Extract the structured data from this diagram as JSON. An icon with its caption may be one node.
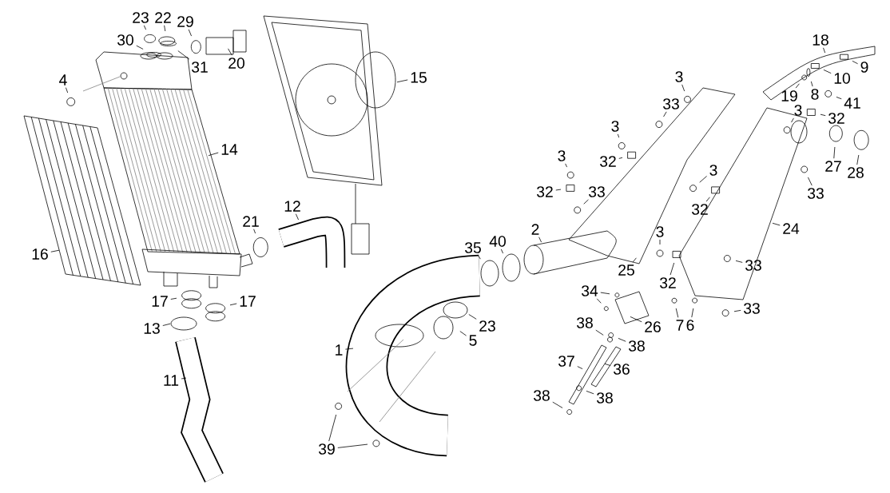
{
  "diagram": {
    "nodes": [
      {
        "text": [
          "23"
        ]
      },
      {
        "text": [
          "22"
        ]
      },
      {
        "text": [
          "29"
        ]
      },
      {
        "text": [
          "20"
        ]
      },
      {
        "text": [
          "30"
        ]
      },
      {
        "text": [
          "31"
        ]
      },
      {
        "text": [
          "4"
        ]
      },
      {
        "text": [
          "15"
        ]
      },
      {
        "text": [
          "14"
        ]
      },
      {
        "text": [
          "12"
        ]
      },
      {
        "text": [
          "21"
        ]
      },
      {
        "text": [
          "16"
        ]
      },
      {
        "text": [
          "17"
        ]
      },
      {
        "text": [
          "17"
        ]
      },
      {
        "text": [
          "13"
        ]
      },
      {
        "text": [
          "11"
        ]
      },
      {
        "text": [
          "1"
        ]
      },
      {
        "text": [
          "39"
        ]
      },
      {
        "text": [
          "18"
        ]
      },
      {
        "text": [
          "9"
        ]
      },
      {
        "text": [
          "3"
        ]
      },
      {
        "text": [
          "10"
        ]
      },
      {
        "text": [
          "19"
        ]
      },
      {
        "text": [
          "8"
        ]
      },
      {
        "text": [
          "41"
        ]
      },
      {
        "text": [
          "33"
        ]
      },
      {
        "text": [
          "3"
        ]
      },
      {
        "text": [
          "32"
        ]
      },
      {
        "text": [
          "3"
        ]
      },
      {
        "text": [
          "32"
        ]
      },
      {
        "text": [
          "3"
        ]
      },
      {
        "text": [
          "27"
        ]
      },
      {
        "text": [
          "3"
        ]
      },
      {
        "text": [
          "28"
        ]
      },
      {
        "text": [
          "32"
        ]
      },
      {
        "text": [
          "33"
        ]
      },
      {
        "text": [
          "33"
        ]
      },
      {
        "text": [
          "32"
        ]
      },
      {
        "text": [
          "24"
        ]
      },
      {
        "text": [
          "2"
        ]
      },
      {
        "text": [
          "3"
        ]
      },
      {
        "text": [
          "35"
        ]
      },
      {
        "text": [
          "40"
        ]
      },
      {
        "text": [
          "25"
        ]
      },
      {
        "text": [
          "33"
        ]
      },
      {
        "text": [
          "32"
        ]
      },
      {
        "text": [
          "34"
        ]
      },
      {
        "text": [
          "38"
        ]
      },
      {
        "text": [
          "7"
        ]
      },
      {
        "text": [
          "6"
        ]
      },
      {
        "text": [
          "33"
        ]
      },
      {
        "text": [
          "26"
        ]
      },
      {
        "text": [
          "23"
        ]
      },
      {
        "text": [
          "5"
        ]
      },
      {
        "text": [
          "38"
        ]
      },
      {
        "text": [
          "37"
        ]
      },
      {
        "text": [
          "36"
        ]
      },
      {
        "text": [
          "38"
        ]
      },
      {
        "text": [
          "38"
        ]
      }
    ],
    "edges": [
      {
        "from": 0,
        "to": null,
        "arrow": "none"
      },
      {
        "from": 1,
        "to": null,
        "arrow": "none"
      },
      {
        "from": 2,
        "to": null,
        "arrow": "none"
      },
      {
        "from": 3,
        "to": null,
        "arrow": "none"
      },
      {
        "from": 4,
        "to": null,
        "arrow": "none"
      },
      {
        "from": 5,
        "to": null,
        "arrow": "none"
      },
      {
        "from": 6,
        "to": null,
        "arrow": "none"
      },
      {
        "from": 7,
        "to": null,
        "arrow": "none"
      },
      {
        "from": 8,
        "to": null,
        "arrow": "none"
      },
      {
        "from": 9,
        "to": null,
        "arrow": "none"
      },
      {
        "from": 10,
        "to": null,
        "arrow": "none"
      },
      {
        "from": 11,
        "to": null,
        "arrow": "none"
      },
      {
        "from": 12,
        "to": null,
        "arrow": "none"
      },
      {
        "from": 13,
        "to": null,
        "arrow": "none"
      },
      {
        "from": 14,
        "to": null,
        "arrow": "none"
      },
      {
        "from": 15,
        "to": null,
        "arrow": "none"
      },
      {
        "from": 16,
        "to": null,
        "arrow": "none"
      },
      {
        "from": 17,
        "to": null,
        "arrow": "none"
      },
      {
        "from": 17,
        "to": null,
        "arrow": "none"
      },
      {
        "from": 18,
        "to": null,
        "arrow": "none"
      },
      {
        "from": 19,
        "to": null,
        "arrow": "none"
      },
      {
        "from": 20,
        "to": null,
        "arrow": "none"
      },
      {
        "from": 21,
        "to": null,
        "arrow": "none"
      },
      {
        "from": 22,
        "to": null,
        "arrow": "none"
      },
      {
        "from": 23,
        "to": null,
        "arrow": "none"
      },
      {
        "from": 24,
        "to": null,
        "arrow": "none"
      },
      {
        "from": 25,
        "to": null,
        "arrow": "none"
      },
      {
        "from": 26,
        "to": null,
        "arrow": "none"
      },
      {
        "from": 27,
        "to": null,
        "arrow": "none"
      },
      {
        "from": 28,
        "to": null,
        "arrow": "none"
      },
      {
        "from": 29,
        "to": null,
        "arrow": "none"
      },
      {
        "from": 30,
        "to": null,
        "arrow": "none"
      },
      {
        "from": 31,
        "to": null,
        "arrow": "none"
      },
      {
        "from": 32,
        "to": null,
        "arrow": "none"
      },
      {
        "from": 33,
        "to": null,
        "arrow": "none"
      },
      {
        "from": 34,
        "to": null,
        "arrow": "none"
      },
      {
        "from": 35,
        "to": null,
        "arrow": "none"
      },
      {
        "from": 36,
        "to": null,
        "arrow": "none"
      },
      {
        "from": 37,
        "to": null,
        "arrow": "none"
      },
      {
        "from": 38,
        "to": null,
        "arrow": "none"
      },
      {
        "from": 39,
        "to": null,
        "arrow": "none"
      },
      {
        "from": 40,
        "to": null,
        "arrow": "none"
      },
      {
        "from": 41,
        "to": null,
        "arrow": "none"
      },
      {
        "from": 42,
        "to": null,
        "arrow": "none"
      },
      {
        "from": 43,
        "to": null,
        "arrow": "none"
      },
      {
        "from": 44,
        "to": null,
        "arrow": "none"
      },
      {
        "from": 45,
        "to": null,
        "arrow": "none"
      },
      {
        "from": 46,
        "to": null,
        "arrow": "none"
      },
      {
        "from": 46,
        "to": null,
        "arrow": "none"
      },
      {
        "from": 47,
        "to": null,
        "arrow": "none"
      },
      {
        "from": 48,
        "to": null,
        "arrow": "none"
      },
      {
        "from": 49,
        "to": null,
        "arrow": "none"
      },
      {
        "from": 50,
        "to": null,
        "arrow": "none"
      },
      {
        "from": 51,
        "to": null,
        "arrow": "none"
      },
      {
        "from": 52,
        "to": null,
        "arrow": "none"
      },
      {
        "from": 53,
        "to": null,
        "arrow": "none"
      },
      {
        "from": 54,
        "to": null,
        "arrow": "none"
      },
      {
        "from": 55,
        "to": null,
        "arrow": "none"
      },
      {
        "from": 56,
        "to": null,
        "arrow": "none"
      },
      {
        "from": 57,
        "to": null,
        "arrow": "none"
      },
      {
        "from": 58,
        "to": null,
        "arrow": "none"
      }
    ]
  }
}
